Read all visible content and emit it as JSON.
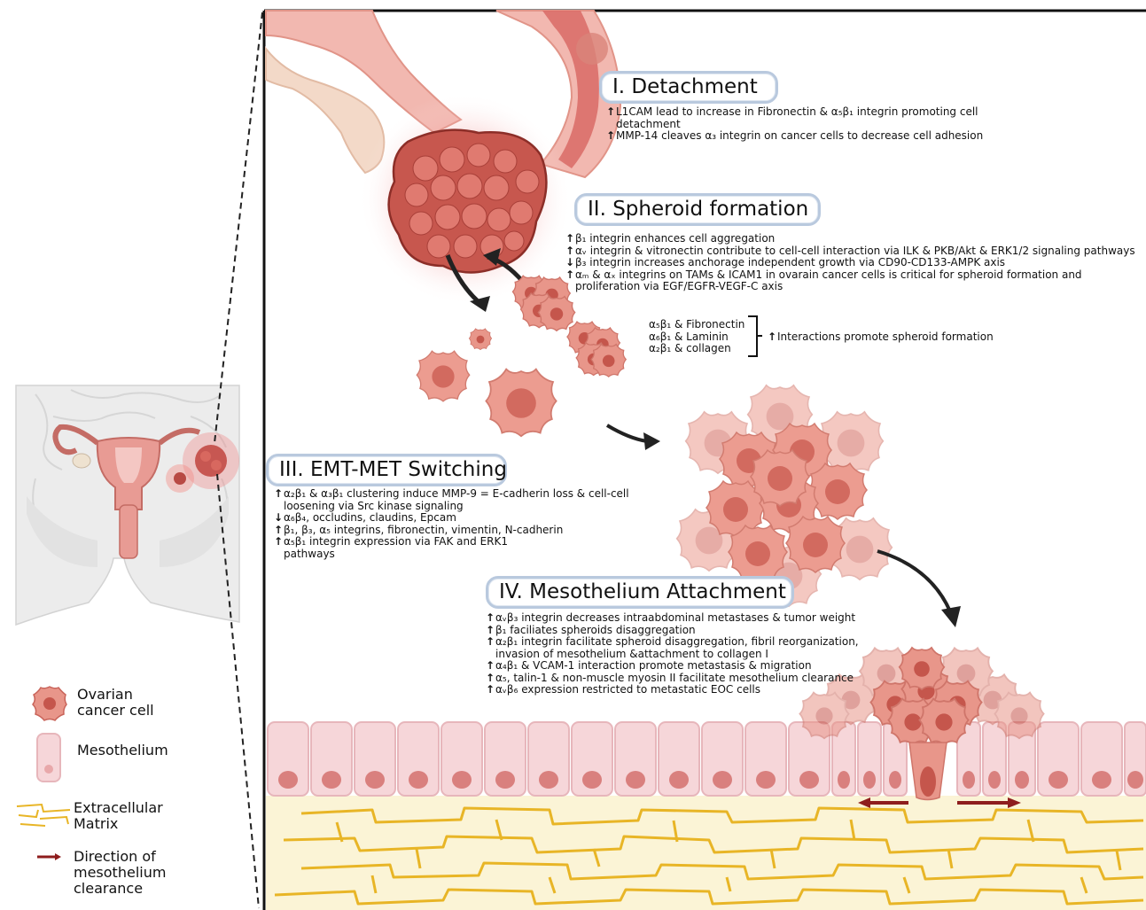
{
  "sections": {
    "detachment": {
      "title": "I. Detachment",
      "lines": [
        {
          "arrow": "↑",
          "text": "L1CAM lead to increase in Fibronectin & α₅β₁ integrin promoting cell",
          "cont": "detachment"
        },
        {
          "arrow": "↑",
          "text": "MMP-14  cleaves α₃ integrin on cancer cells to decrease cell adhesion"
        }
      ]
    },
    "spheroid": {
      "title": "II. Spheroid formation",
      "lines": [
        {
          "arrow": "↑",
          "text": "β₁ integrin enhances cell aggregation"
        },
        {
          "arrow": "↑",
          "text": "αᵥ integrin & vitronectin contribute to cell-cell interaction via ILK & PKB/Akt & ERK1/2 signaling pathways"
        },
        {
          "arrow": "↓",
          "text": "β₃ integrin increases anchorage independent growth via CD90-CD133-AMPK axis"
        },
        {
          "arrow": "↑",
          "text": "αₘ & αₓ integrins on TAMs & ICAM1 in ovarain cancer cells is critical for spheroid formation and",
          "cont": "proliferation via EGF/EGFR-VEGF-C axis"
        }
      ],
      "pairs": [
        "α₅β₁ & Fibronectin",
        "α₆β₁ & Laminin",
        "α₂β₁ & collagen"
      ],
      "pairs_effect": "Interactions promote spheroid formation",
      "pairs_arrow": "↑"
    },
    "emt": {
      "title": "III. EMT-MET Switching",
      "lines": [
        {
          "arrow": "↑",
          "text": "α₂β₁ & α₃β₁ clustering induce MMP-9 = E-cadherin loss & cell-cell",
          "cont": "loosening via Src kinase signaling"
        },
        {
          "arrow": "↓",
          "text": "α₆β₄, occludins, claudins, Epcam"
        },
        {
          "arrow": "↑",
          "text": "β₁, β₃, α₅ integrins, fibronectin, vimentin, N-cadherin"
        },
        {
          "arrow": "↑",
          "text": "α₅β₁ integrin expression via FAK and ERK1",
          "cont": "pathways"
        }
      ]
    },
    "mesothelium": {
      "title": "IV. Mesothelium Attachment",
      "lines": [
        {
          "arrow": "↑",
          "text": "αᵥβ₃ integrin decreases intraabdominal metastases & tumor weight"
        },
        {
          "arrow": "↑",
          "text": "β₁ faciliates spheroids disaggregation"
        },
        {
          "arrow": "↑",
          "text": "α₂β₁ integrin facilitate spheroid disaggregation, fibril reorganization,",
          "cont": "invasion of mesothelium &attachment to collagen I"
        },
        {
          "arrow": "↑",
          "text": "α₄β₁ & VCAM-1 interaction promote metastasis & migration"
        },
        {
          "arrow": "↑",
          "text": "α₅, talin-1 & non-muscle myosin II facilitate mesothelium clearance"
        },
        {
          "arrow": "↑",
          "text": "αᵥβ₆ expression restricted to metastatic EOC cells"
        }
      ]
    }
  },
  "legend": {
    "cancer_cell": "Ovarian cancer cell",
    "mesothelium": "Mesothelium",
    "ecm": "Extracellular Matrix",
    "clearance": "Direction of mesothelium clearance"
  },
  "colors": {
    "cell_fill": "#e8968a",
    "cell_dark": "#c9645a",
    "nucleus": "#c5564c",
    "tumor": "#b84a44",
    "meso_fill": "#f6d6d9",
    "meso_edge": "#e7b6bb",
    "meso_nucleus": "#d9807e",
    "ecm_bg": "#fbf4d6",
    "ecm_fiber": "#e8b526",
    "clearance_arrow": "#8e1d1d",
    "title_border": "#b9c9de"
  }
}
